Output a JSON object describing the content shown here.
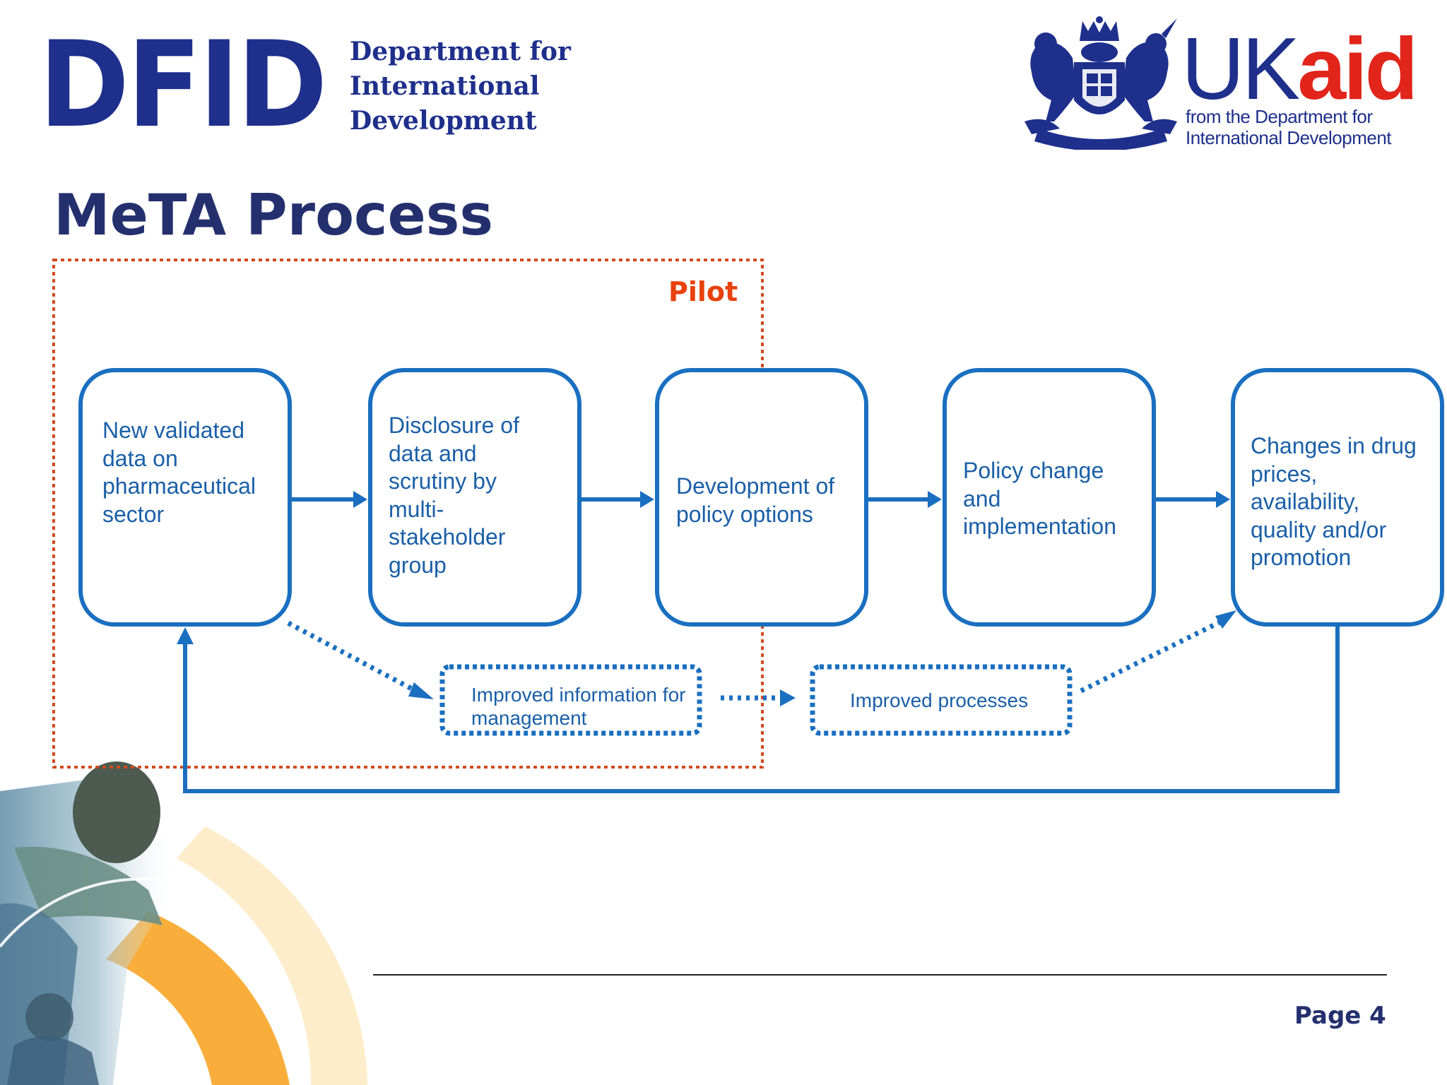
{
  "header": {
    "dfid_logo": {
      "wordmark": "DFID",
      "subtitle_lines": [
        "Department for",
        "International",
        "Development"
      ]
    },
    "ukaid_logo": {
      "uk": "UK",
      "aid": "aid",
      "tagline_lines": [
        "from the Department for",
        "International Development"
      ]
    }
  },
  "title": "MeTA Process",
  "diagram": {
    "pilot_label": "Pilot",
    "boxes": [
      {
        "lines": [
          "New validated",
          "data on",
          "pharmaceutical",
          "sector"
        ]
      },
      {
        "lines": [
          "Disclosure of",
          "data and",
          "scrutiny by",
          "multi-",
          "stakeholder",
          "group"
        ]
      },
      {
        "lines": [
          "Development of",
          "policy options"
        ]
      },
      {
        "lines": [
          "Policy change",
          "and",
          "implementation"
        ]
      },
      {
        "lines": [
          "Changes in drug",
          "prices,",
          "availability,",
          "quality and/or",
          "promotion"
        ]
      }
    ],
    "outcomes": [
      {
        "lines": [
          "Improved information for",
          "management"
        ]
      },
      {
        "lines": [
          "Improved processes"
        ]
      }
    ]
  },
  "footer": {
    "page_label": "Page 4"
  },
  "colors": {
    "box_blue": "#1a6fc0",
    "text_blue": "#1a5fa8",
    "pilot_orange": "#e8410b",
    "pilot_border": "#d24a1e",
    "title_navy": "#24306e",
    "dfid_blue": "#1e2f8c",
    "ukaid_red": "#e1251b"
  },
  "icons": {
    "crest": "royal-coat-of-arms-icon"
  }
}
